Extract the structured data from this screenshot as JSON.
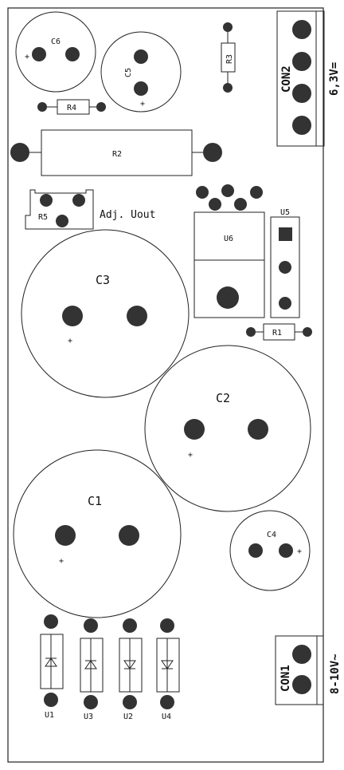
{
  "components": {
    "c6": "C6",
    "c5": "C5",
    "r3": "R3",
    "r4": "R4",
    "r2": "R2",
    "r5": "R5",
    "adj": "Adj. Uout",
    "u5": "U5",
    "u6": "U6",
    "c3": "C3",
    "r1": "R1",
    "c2": "C2",
    "c1": "C1",
    "c4": "C4",
    "u1": "U1",
    "u3": "U3",
    "u2": "U2",
    "u4": "U4"
  },
  "connectors": {
    "con2": "CON2",
    "con2_voltage": "6,3V=",
    "con1": "CON1",
    "con1_voltage": "8-10V~"
  },
  "polarity": "+"
}
